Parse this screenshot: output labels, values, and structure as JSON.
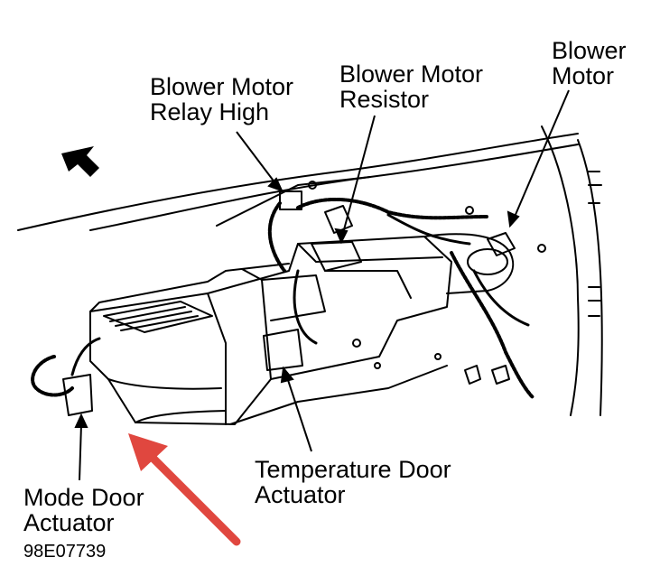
{
  "figure": {
    "id_code": "98E07739",
    "labels": {
      "blower_motor_relay_high": [
        "Blower Motor",
        "Relay High"
      ],
      "blower_motor_resistor": [
        "Blower Motor",
        "Resistor"
      ],
      "blower_motor": [
        "Blower",
        "Motor"
      ],
      "temperature_door_actuator": [
        "Temperature Door",
        "Actuator"
      ],
      "mode_door_actuator": [
        "Mode Door",
        "Actuator"
      ]
    }
  },
  "colors": {
    "line_art": "#000000",
    "pointer_arrow": "#e0473f",
    "background": "#ffffff"
  },
  "icons": {
    "forward": "direction-arrow-icon",
    "highlight": "red-pointer-arrow-icon"
  }
}
